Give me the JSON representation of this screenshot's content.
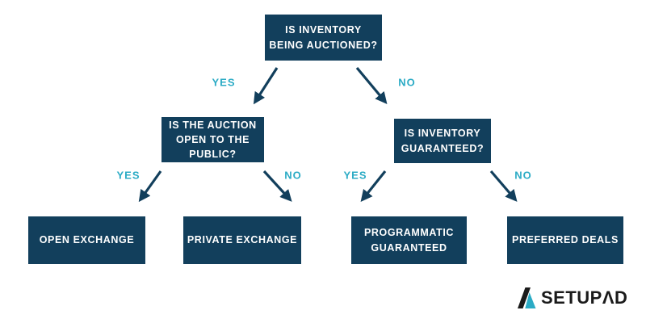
{
  "colors": {
    "navy": "#123F5C",
    "teal": "#2BABC5",
    "logo_black": "#1A1A1A",
    "background": "#FFFFFF"
  },
  "flowchart": {
    "question_root": "IS INVENTORY\nBEING AUCTIONED?",
    "question_auction_public": "IS THE AUCTION\nOPEN TO THE\nPUBLIC?",
    "question_inventory_guaranteed": "IS INVENTORY\nGUARANTEED?",
    "outcome_open_exchange": "OPEN EXCHANGE",
    "outcome_private_exchange": "PRIVATE EXCHANGE",
    "outcome_programmatic_guaranteed": "PROGRAMMATIC\nGUARANTEED",
    "outcome_preferred_deals": "PREFERRED DEALS",
    "branch_labels": {
      "root_yes": "YES",
      "root_no": "NO",
      "public_yes": "YES",
      "public_no": "NO",
      "guaranteed_yes": "YES",
      "guaranteed_no": "NO"
    }
  },
  "branding": {
    "logo_text": "SETUPΛD"
  }
}
